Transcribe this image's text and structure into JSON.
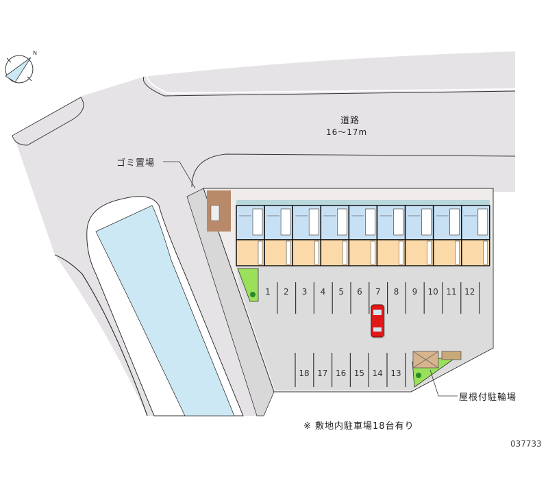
{
  "compass": {
    "icon": "north-arrow-icon",
    "letter": "N"
  },
  "road": {
    "name": "道路",
    "width": "16～17m"
  },
  "labels": {
    "garbage": "ゴミ置場",
    "bicycle": "屋根付駐輪場",
    "note": "※ 敷地内駐車場18台有り",
    "code": "037733"
  },
  "building": {
    "units": 9
  },
  "parking": {
    "top_row": [
      "1",
      "2",
      "3",
      "4",
      "5",
      "6",
      "7",
      "8",
      "9",
      "10",
      "11",
      "12"
    ],
    "bottom_row": [
      "18",
      "17",
      "16",
      "15",
      "14",
      "13"
    ]
  },
  "colors": {
    "road": "#e6e3e6",
    "parking": "#dcdcdc",
    "water": "#cde8f5",
    "room_blue": "#c8e0f4",
    "room_peach": "#fbd9a8",
    "green": "#9be05a",
    "car": "#e01818"
  }
}
